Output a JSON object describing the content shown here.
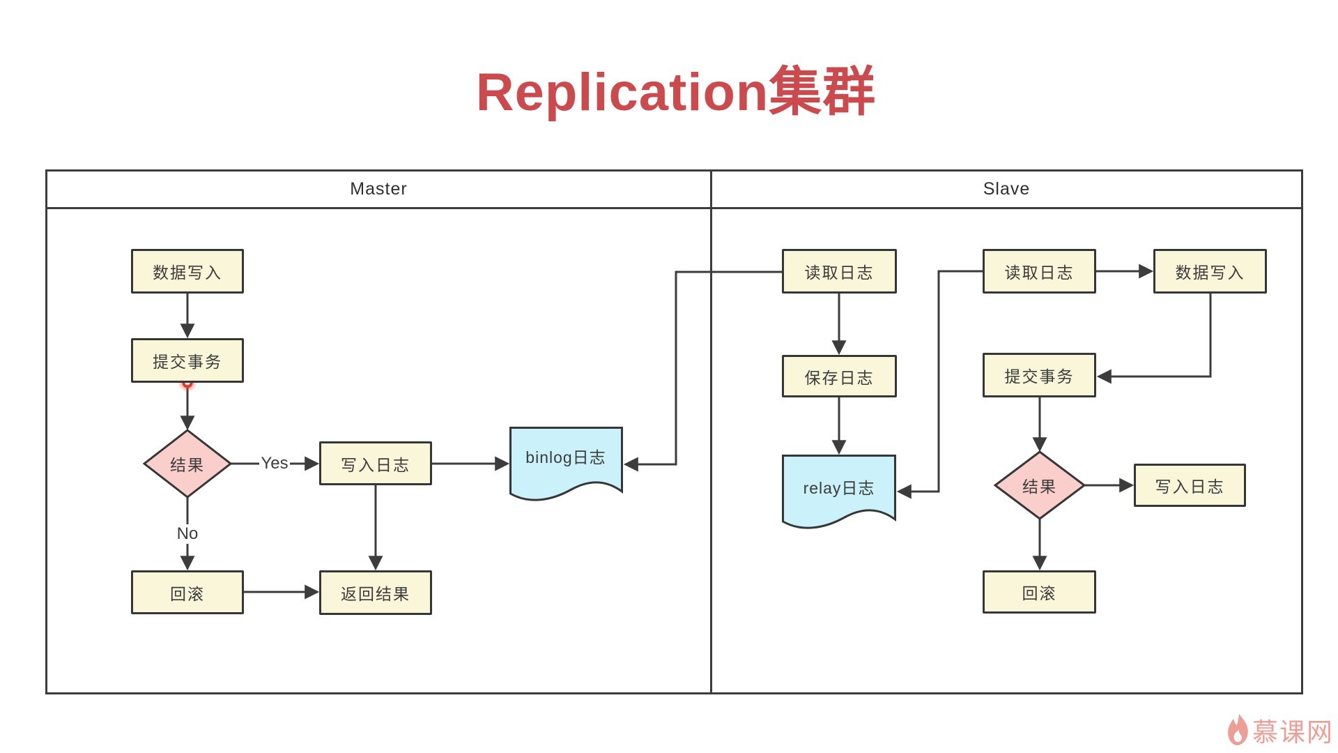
{
  "title": "Replication集群",
  "table": {
    "master_header": "Master",
    "slave_header": "Slave"
  },
  "master": {
    "data_write": "数据写入",
    "commit_tx": "提交事务",
    "result": "结果",
    "write_log": "写入日志",
    "rollback": "回滚",
    "return_result": "返回结果",
    "binlog": "binlog日志",
    "label_yes": "Yes",
    "label_no": "No"
  },
  "slave": {
    "read_log_io": "读取日志",
    "save_log": "保存日志",
    "relay_log": "relay日志",
    "read_log_sql": "读取日志",
    "data_write": "数据写入",
    "commit_tx": "提交事务",
    "result": "结果",
    "write_log": "写入日志",
    "rollback": "回滚"
  },
  "logo": {
    "text": "慕课网"
  },
  "colors": {
    "title_red": "#cb4a4d",
    "node_yellow": "#faf6d9",
    "diamond_pink": "#f9cecb",
    "document_blue": "#cbf1fa",
    "line_dark": "#3c3c3c",
    "logo_salmon": "#ec9e97",
    "highlight_red": "#e4372a"
  }
}
